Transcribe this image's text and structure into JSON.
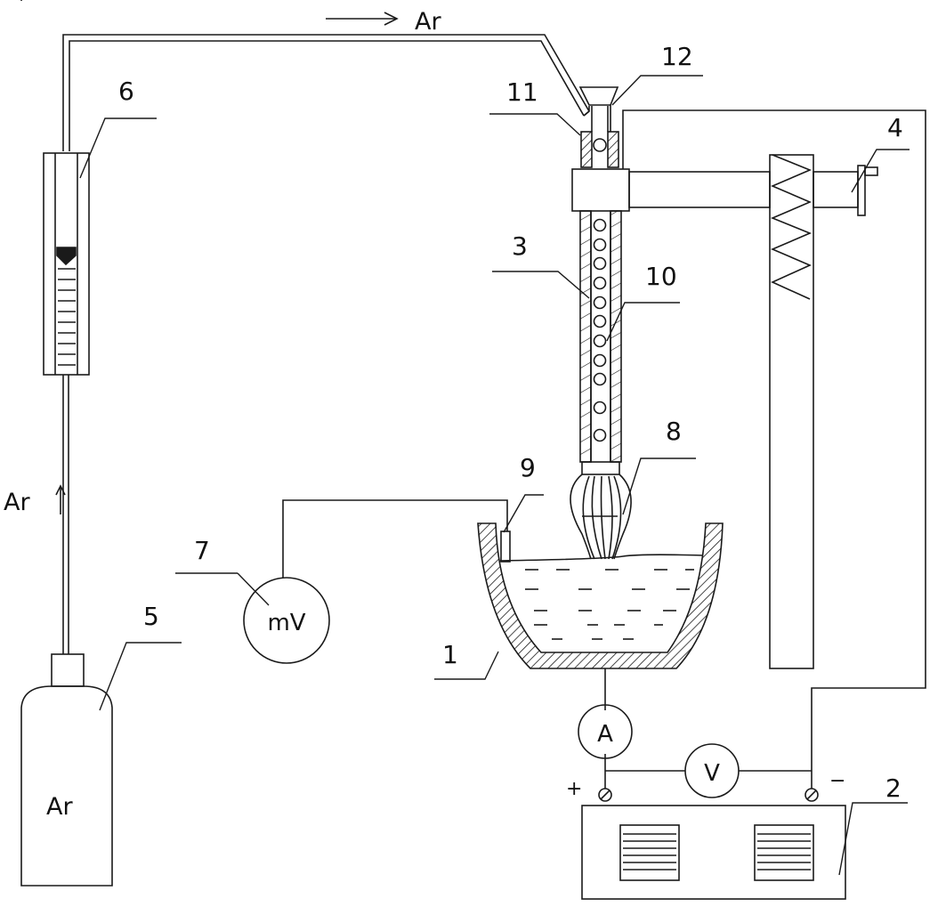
{
  "gas": {
    "flow_label": "Ar",
    "line_label": "Ar",
    "cylinder_label": "Ar"
  },
  "meters": {
    "millivolt": "mV",
    "ammeter": "A",
    "voltmeter": "V"
  },
  "polarity": {
    "positive": "+",
    "negative": "−"
  },
  "callouts": {
    "n1": "1",
    "n2": "2",
    "n3": "3",
    "n4": "4",
    "n5": "5",
    "n6": "6",
    "n7": "7",
    "n8": "8",
    "n9": "9",
    "n10": "10",
    "n11": "11",
    "n12": "12"
  },
  "colors": {
    "line": "#1a1a1a",
    "background": "#ffffff"
  }
}
